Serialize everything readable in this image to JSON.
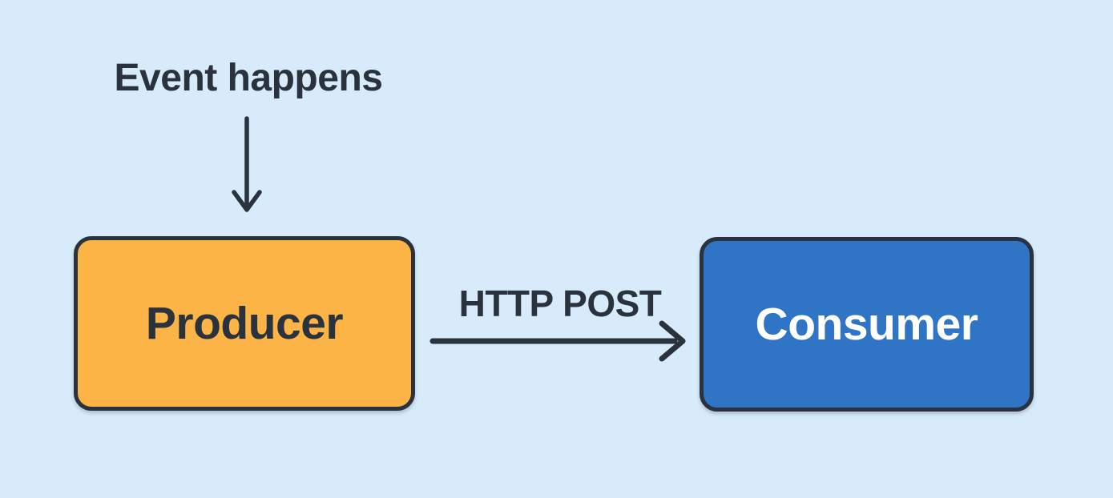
{
  "diagram": {
    "annotation": "Event happens",
    "edge_label": "HTTP POST",
    "nodes": {
      "producer": {
        "label": "Producer"
      },
      "consumer": {
        "label": "Consumer"
      }
    }
  },
  "colors": {
    "background": "#D7EBFA",
    "producer-fill": "#FBB445",
    "consumer-fill": "#2F74C5",
    "outline": "#2A323E",
    "label-dark": "#2A323E",
    "label-light": "#FFFFFF",
    "arrow": "#2A323E"
  }
}
